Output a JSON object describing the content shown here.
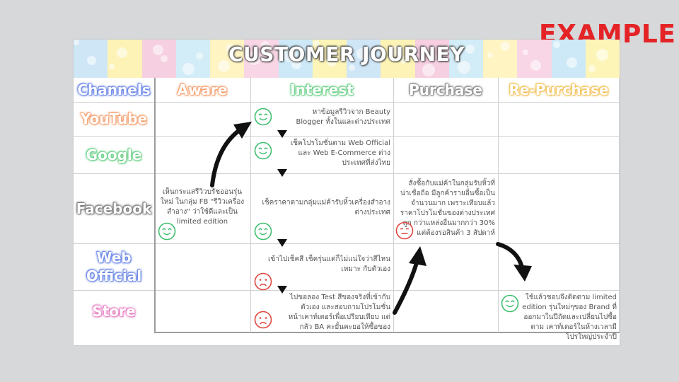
{
  "example_label": "EXAMPLE",
  "title": "CUSTOMER JOURNEY",
  "colors": {
    "banner_stripes": [
      "#cfe6f7",
      "#fdf3b6",
      "#f6cfe0",
      "#d2ecf8",
      "#fff4c2",
      "#f8d6e5",
      "#cde9f7",
      "#fdf5b8"
    ],
    "happy_face": "#3fbf6f",
    "sad_face": "#e0443e",
    "neutral_face": "#e0443e",
    "arrow": "#111111"
  },
  "headers": [
    {
      "label": "Channels",
      "glow": "#6a86e6"
    },
    {
      "label": "Aware",
      "glow": "#f4a070"
    },
    {
      "label": "Interest",
      "glow": "#6fd08a"
    },
    {
      "label": "Purchase",
      "glow": "#8a8a8a"
    },
    {
      "label": "Re-Purchase",
      "glow": "#f2c25a"
    }
  ],
  "channels": [
    {
      "label": "YouTube",
      "glow": "#f4a070"
    },
    {
      "label": "Google",
      "glow": "#6fd08a"
    },
    {
      "label": "Facebook",
      "glow": "#7a7a7a"
    },
    {
      "label": "Web Official",
      "glow": "#6a86e6"
    },
    {
      "label": "Store",
      "glow": "#e882c4"
    }
  ],
  "notes": {
    "youtube_interest": "หาข้อมูลรีวิวจาก Beauty Blogger ทั้งในและต่างประเทศ",
    "google_interest": "เช็คโปรโมชั่นตาม Web Official และ Web E-Commerce ต่างประเทศที่ส่งไทย",
    "facebook_aware": "เห็นกระแสรีวิวบรัชออนรุ่นใหม่ ในกลุ่ม FB \"รีวิวเครื่องสำอาง\" ว่าใช้ดีและเป็น limited edition",
    "facebook_interest": "เช็คราคาตามกลุ่มแม่ค้ารับหิ้วเครื่องสำอาง ต่างประเทศ",
    "facebook_purchase": "สั่งซื้อกับแม่ค้าในกลุ่มรับหิ้วที่ น่าเชื่อถือ มีลูกค้ารายอื่นซื้อเป็น จำนวนมาก เพราะเทียบแล้ว ราคาโปรโมชั่นของต่างประเทศถูก กว่าแหล่งอื่นมากกว่า 30% แต่ต้องรอสินค้า 3 สัปดาห์",
    "web_interest": "เข้าไปเช็คสี เช็ครุ่นแต่ก็ไม่แน่ใจว่าสีไหนเหมาะ กับตัวเอง",
    "store_interest": "ไปขอลอง Test สีของจริงที่เข้ากับ ตัวเอง และสอบถามโปรโมชั่น หน้าเคาท์เตอร์เพื่อเปรียบเทียบ แต่กลัว BA คะยั้นคะยอให้ซื้อของ",
    "store_repurchase": "ใช้แล้วชอบจึงติดตาม limited edition รุ่นใหม่ๆของ Brand ที่ ออกมาในปีถัดและเปลี่ยนไปซื้อตาม เคาท์เตอร์ในห้างเวลามีโปรใหญ่ประจำปี"
  },
  "faces": [
    {
      "name": "youtube-interest-happy-face-icon",
      "mood": "happy"
    },
    {
      "name": "google-interest-happy-face-icon",
      "mood": "happy"
    },
    {
      "name": "facebook-aware-happy-face-icon",
      "mood": "happy"
    },
    {
      "name": "facebook-interest-happy-face-icon",
      "mood": "happy"
    },
    {
      "name": "facebook-purchase-neutral-face-icon",
      "mood": "neutral"
    },
    {
      "name": "web-interest-sad-face-icon",
      "mood": "sad"
    },
    {
      "name": "store-interest-sad-face-icon",
      "mood": "sad"
    },
    {
      "name": "store-repurchase-happy-face-icon",
      "mood": "happy"
    }
  ]
}
